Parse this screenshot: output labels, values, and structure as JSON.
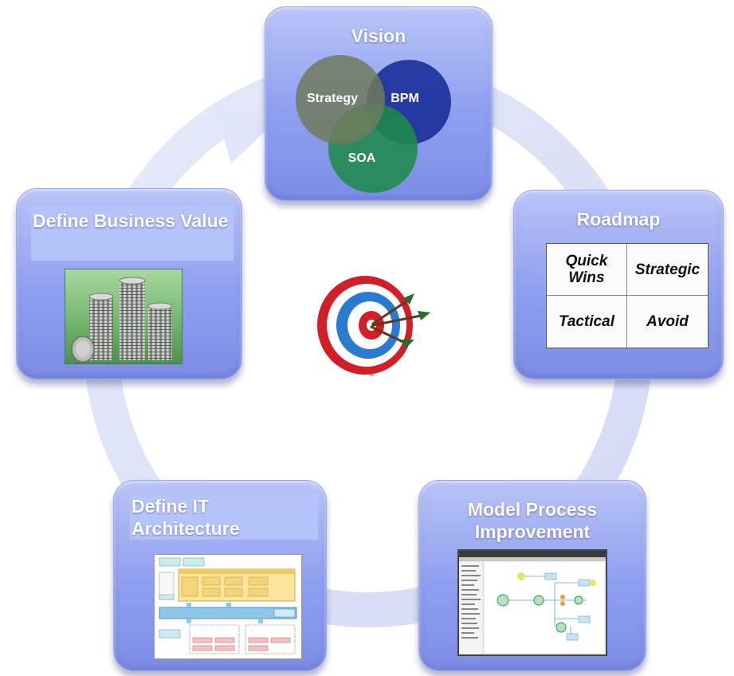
{
  "cycle": {
    "vision": {
      "title": "Vision",
      "circles": [
        "Strategy",
        "BPM",
        "SOA"
      ]
    },
    "roadmap": {
      "title": "Roadmap",
      "quadrants": [
        "Quick Wins",
        "Strategic",
        "Tactical",
        "Avoid"
      ]
    },
    "model_process": {
      "title": "Model Process Improvement"
    },
    "it_architecture": {
      "title": "Define IT Architecture"
    },
    "business_value": {
      "title": "Define Business Value"
    }
  },
  "colors": {
    "box_fill": "#8e9ef0",
    "ring": "#dde2f7",
    "strategy_circle": "#6f7a5c",
    "bpm_circle": "#1b2f9a",
    "soa_circle": "#1c8a4a",
    "target_red": "#d21f27",
    "target_blue": "#2a7bd0"
  }
}
